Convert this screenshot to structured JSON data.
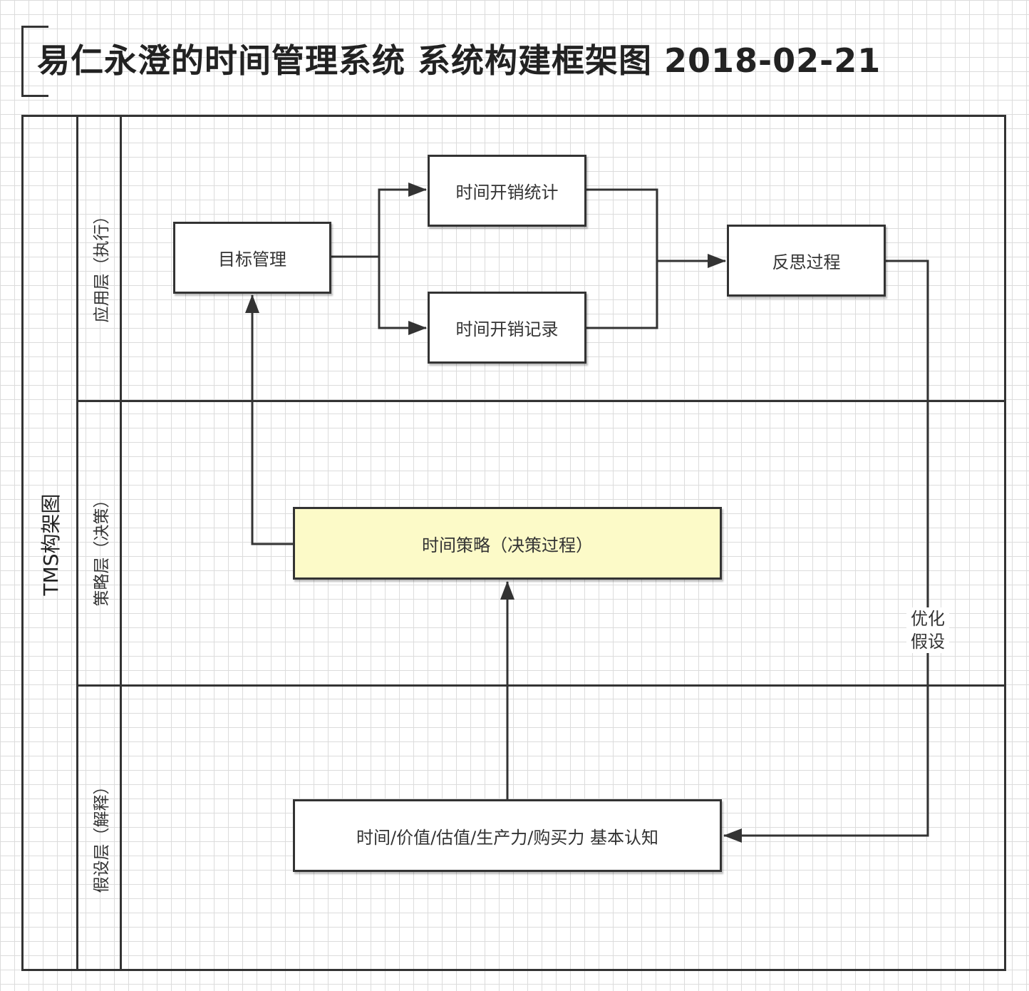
{
  "title": "易仁永澄的时间管理系统 系统构建框架图   2018-02-21",
  "pool": {
    "label": "TMS构架图"
  },
  "lanes": [
    {
      "label": "应用层（执行）"
    },
    {
      "label": "策略层（决策）"
    },
    {
      "label": "假设层（解释）"
    }
  ],
  "nodes": {
    "goal": "目标管理",
    "stats": "时间开销统计",
    "record": "时间开销记录",
    "reflect": "反思过程",
    "strategy": "时间策略（决策过程）",
    "cognition": "时间/价值/估值/生产力/购买力 基本认知"
  },
  "edge_labels": {
    "optimize_line1": "优化",
    "optimize_line2": "假设"
  },
  "colors": {
    "stroke": "#333333",
    "strategy_fill": "#fcfac8"
  }
}
